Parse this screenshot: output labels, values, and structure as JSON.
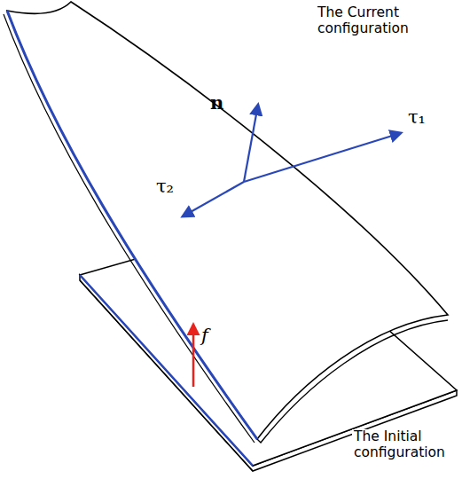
{
  "diagram": {
    "labels": [
      "The Current configuration",
      "The Initial configuration",
      "n",
      "τ₁",
      "τ₂",
      "f"
    ]
  }
}
